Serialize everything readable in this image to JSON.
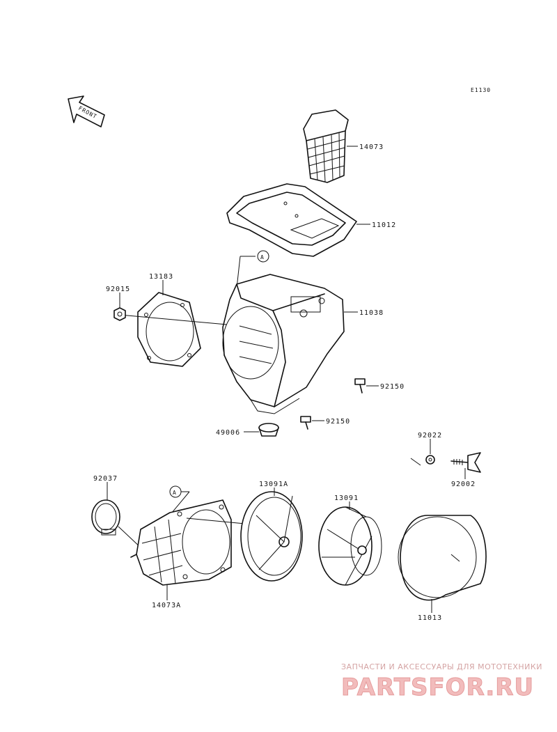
{
  "diagram_code": "E1130",
  "front_label": "FRONT",
  "callout_letter": "A",
  "parts": {
    "p14073": "14073",
    "p11012": "11012",
    "p11038": "11038",
    "p13183": "13183",
    "p92015": "92015",
    "p92150a": "92150",
    "p92150b": "92150",
    "p49006": "49006",
    "p92022": "92022",
    "p92002": "92002",
    "p92037": "92037",
    "p13091A": "13091A",
    "p13091": "13091",
    "p14073A": "14073A",
    "p11013": "11013"
  },
  "watermark": {
    "tagline": "ЗАПЧАСТИ И АКСЕССУАРЫ ДЛЯ МОТОТЕХНИКИ",
    "brand": "PARTSFOR.RU"
  },
  "colors": {
    "line": "#111111",
    "watermark_fill": "#f2bcbc",
    "watermark_stroke": "#e59c9c"
  }
}
